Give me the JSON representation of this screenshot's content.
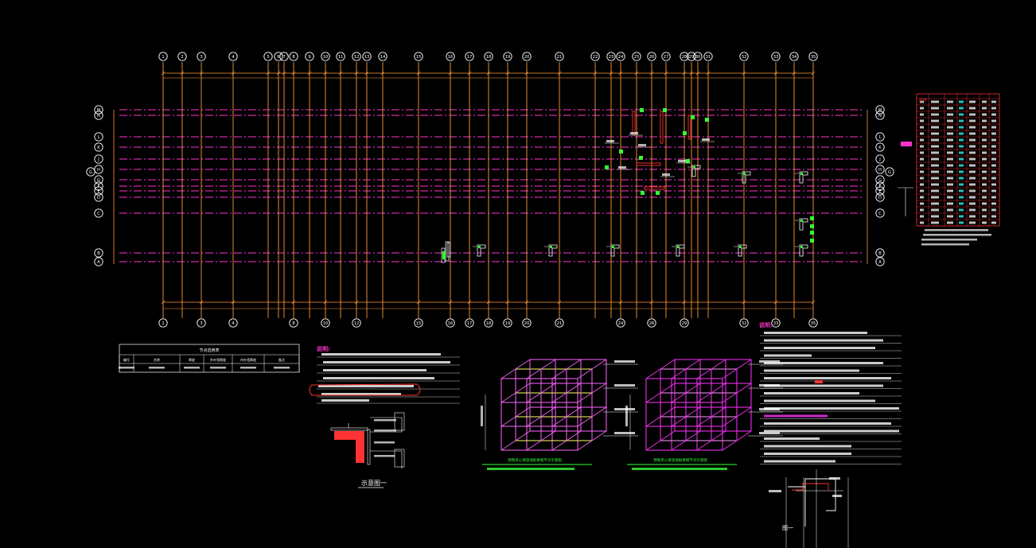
{
  "grid": {
    "col_labels_top": [
      "1",
      "2",
      "3",
      "4",
      "5",
      "6",
      "7",
      "8",
      "9",
      "10",
      "11",
      "12",
      "13",
      "14",
      "15",
      "16",
      "17",
      "18",
      "19",
      "20",
      "21",
      "22",
      "23",
      "24",
      "25",
      "26",
      "27",
      "28",
      "29",
      "30",
      "31",
      "32",
      "33",
      "34",
      "35"
    ],
    "col_labels_bottom": [
      "1",
      "3",
      "4",
      "8",
      "10",
      "12",
      "15",
      "16",
      "17",
      "18",
      "19",
      "20",
      "21",
      "24",
      "26",
      "29",
      "32",
      "33",
      "35"
    ],
    "row_labels_left": [
      "M",
      "N",
      "L",
      "K",
      "J",
      "H",
      "G",
      "F",
      "E",
      "D",
      "C",
      "B",
      "A"
    ],
    "row_labels_right": [
      "M",
      "N",
      "L",
      "K",
      "J",
      "H",
      "G",
      "F",
      "E",
      "D",
      "C",
      "B",
      "A"
    ]
  },
  "notes_left": {
    "title": "说明:"
  },
  "notes_right": {
    "title": "说明:"
  },
  "table_left": {
    "title": "节点选用表",
    "headers": [
      "编号",
      "名称",
      "厚度",
      "外叶墙厚度",
      "内叶墙厚度",
      "备注"
    ]
  },
  "legend_table": {
    "title": "层号"
  },
  "sketch_label": "示意图一",
  "diagram_left_caption": "预制夹心保温墙板拼缝节点示意图",
  "diagram_right_caption": "预制夹心保温墙板拼缝节点示意图",
  "section_label": "图一",
  "colors": {
    "background": "#000000",
    "grid_orange": "#ff9933",
    "grid_magenta": "#ff33cc",
    "green": "#33ff33",
    "white": "#ffffff",
    "red": "#ff3333",
    "cyan": "#33ffff",
    "yellow": "#ffff33"
  }
}
